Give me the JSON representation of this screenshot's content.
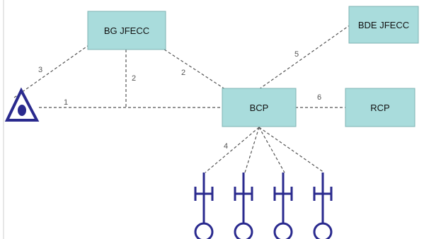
{
  "diagram": {
    "nodes": {
      "bg_jfecc": "BG JFECC",
      "bde_jfecc": "BDE JFECC",
      "bcp": "BCP",
      "rcp": "RCP"
    },
    "link_labels": {
      "observer_to_bcp": "1",
      "bg_to_line": "2",
      "bg_to_bcp": "2",
      "observer_to_bg": "3",
      "bcp_to_units": "4",
      "bcp_to_bde": "5",
      "bcp_to_rcp": "6"
    },
    "symbols": {
      "observer": "observer-triangle-icon",
      "unit": "artillery-unit-icon"
    },
    "colors": {
      "box_fill": "#a9dcdc",
      "symbol": "#2a2a8e",
      "link": "#555555"
    }
  }
}
